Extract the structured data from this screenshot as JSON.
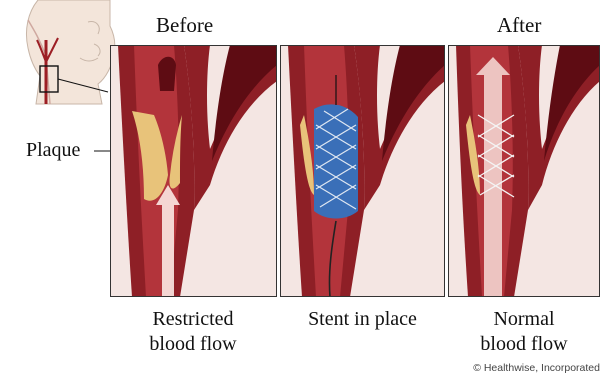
{
  "headings": {
    "before": "Before",
    "after": "After"
  },
  "labels": {
    "plaque": "Plaque"
  },
  "captions": {
    "restricted_line1": "Restricted",
    "restricted_line2": "blood flow",
    "stent": "Stent in place",
    "normal_line1": "Normal",
    "normal_line2": "blood flow"
  },
  "credit": "© Healthwise, Incorporated",
  "colors": {
    "artery_wall": "#8e1f26",
    "artery_dark": "#5e0c13",
    "lumen": "#b3343b",
    "plaque": "#e8c37a",
    "stent": "#3a6fb8",
    "frame": "#333333"
  }
}
